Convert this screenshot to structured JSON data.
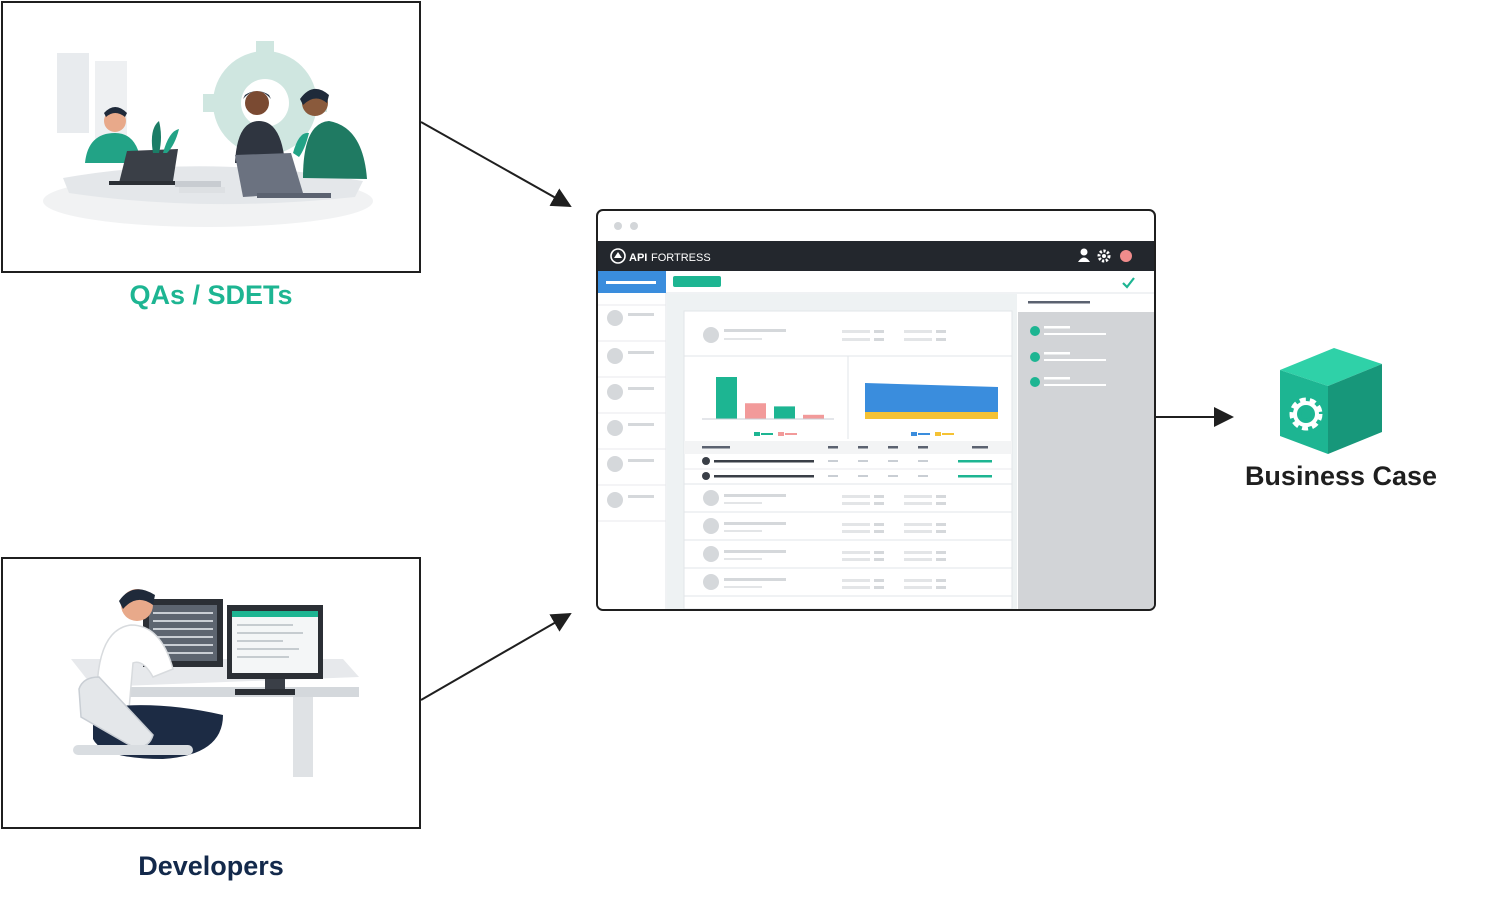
{
  "captions": {
    "qa": "QAs / SDETs",
    "developers": "Developers",
    "business": "Business Case"
  },
  "app": {
    "logo_bold": "API",
    "logo_light": "FORTRESS",
    "icons": [
      "user-icon",
      "gear-icon",
      "record-dot-icon"
    ]
  },
  "bar_chart": {
    "type": "bar",
    "values": [
      40,
      15,
      12,
      4
    ]
  },
  "colors": {
    "qa": "#1db592",
    "developers": "#13294b",
    "business": "#1f1f1f",
    "accent_teal": "#1db592",
    "accent_blue": "#3a8ddd",
    "accent_pink": "#f29a9a",
    "accent_yellow": "#f5c234",
    "topbar": "#23272d"
  }
}
